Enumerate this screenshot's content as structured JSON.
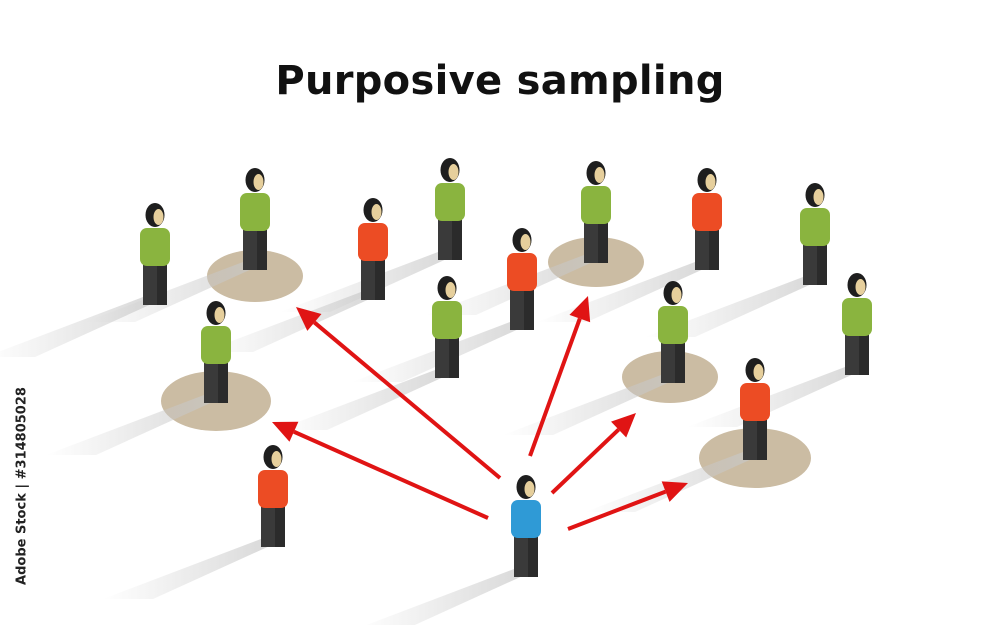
{
  "title": "Purposive sampling",
  "watermark": "Adobe Stock | #314805028",
  "colors": {
    "selected_person": "#8ab43f",
    "orange_person": "#ec4c24",
    "researcher": "#2f9ad6",
    "legs": "#3a3a3a",
    "skin": "#e6cf9c",
    "hair": "#1e1e1e",
    "ground_ring": "#cbbca3",
    "arrow": "#e01414"
  },
  "icons": [
    "person-icon",
    "arrow-icon",
    "ground-circle"
  ]
}
